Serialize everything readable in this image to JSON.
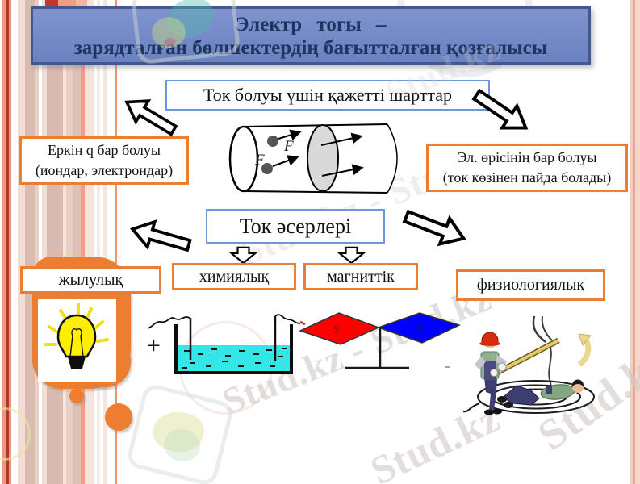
{
  "slide": {
    "title": {
      "line1": "Электр  тогы  –",
      "line2": "зарядталған бөлшектердің бағытталған қозғалысы"
    },
    "conditions": {
      "header": "Ток болуы үшін қажетті шарттар",
      "left": {
        "line1": "Еркін q бар болуы",
        "line2": "(иондар, электрондар)"
      },
      "right": {
        "line1": "Эл. өрісінің бар болуы",
        "line2": "(ток көзінен пайда болады)"
      }
    },
    "charge_diagram": {
      "force1": "F",
      "force2": "F"
    },
    "effects": {
      "header": "Ток әсерлері",
      "items": [
        {
          "label": "жылулық"
        },
        {
          "label": "химиялық"
        },
        {
          "label": "магниттік"
        },
        {
          "label": "физиологиялық"
        }
      ]
    },
    "electrolysis": {
      "polarity": "+"
    },
    "magnet": {
      "south": "S",
      "north": "N"
    },
    "watermarks": {
      "diagonal": "Stud.kz - Stud.kz",
      "bottom": "Stud.kz",
      "top": "Stud.kz",
      "corner": "Stud.kz"
    },
    "colors": {
      "banner_bg": "#7289c6",
      "banner_border": "#46568e",
      "banner_text": "#1e3560",
      "blue_border": "#6e96d8",
      "orange_accent": "#ed7d31",
      "liquid_cyan": "#35e6e6",
      "magnet_red": "#fe0000",
      "magnet_blue": "#0000fe",
      "bulb_yellow": "#ffee00"
    }
  }
}
